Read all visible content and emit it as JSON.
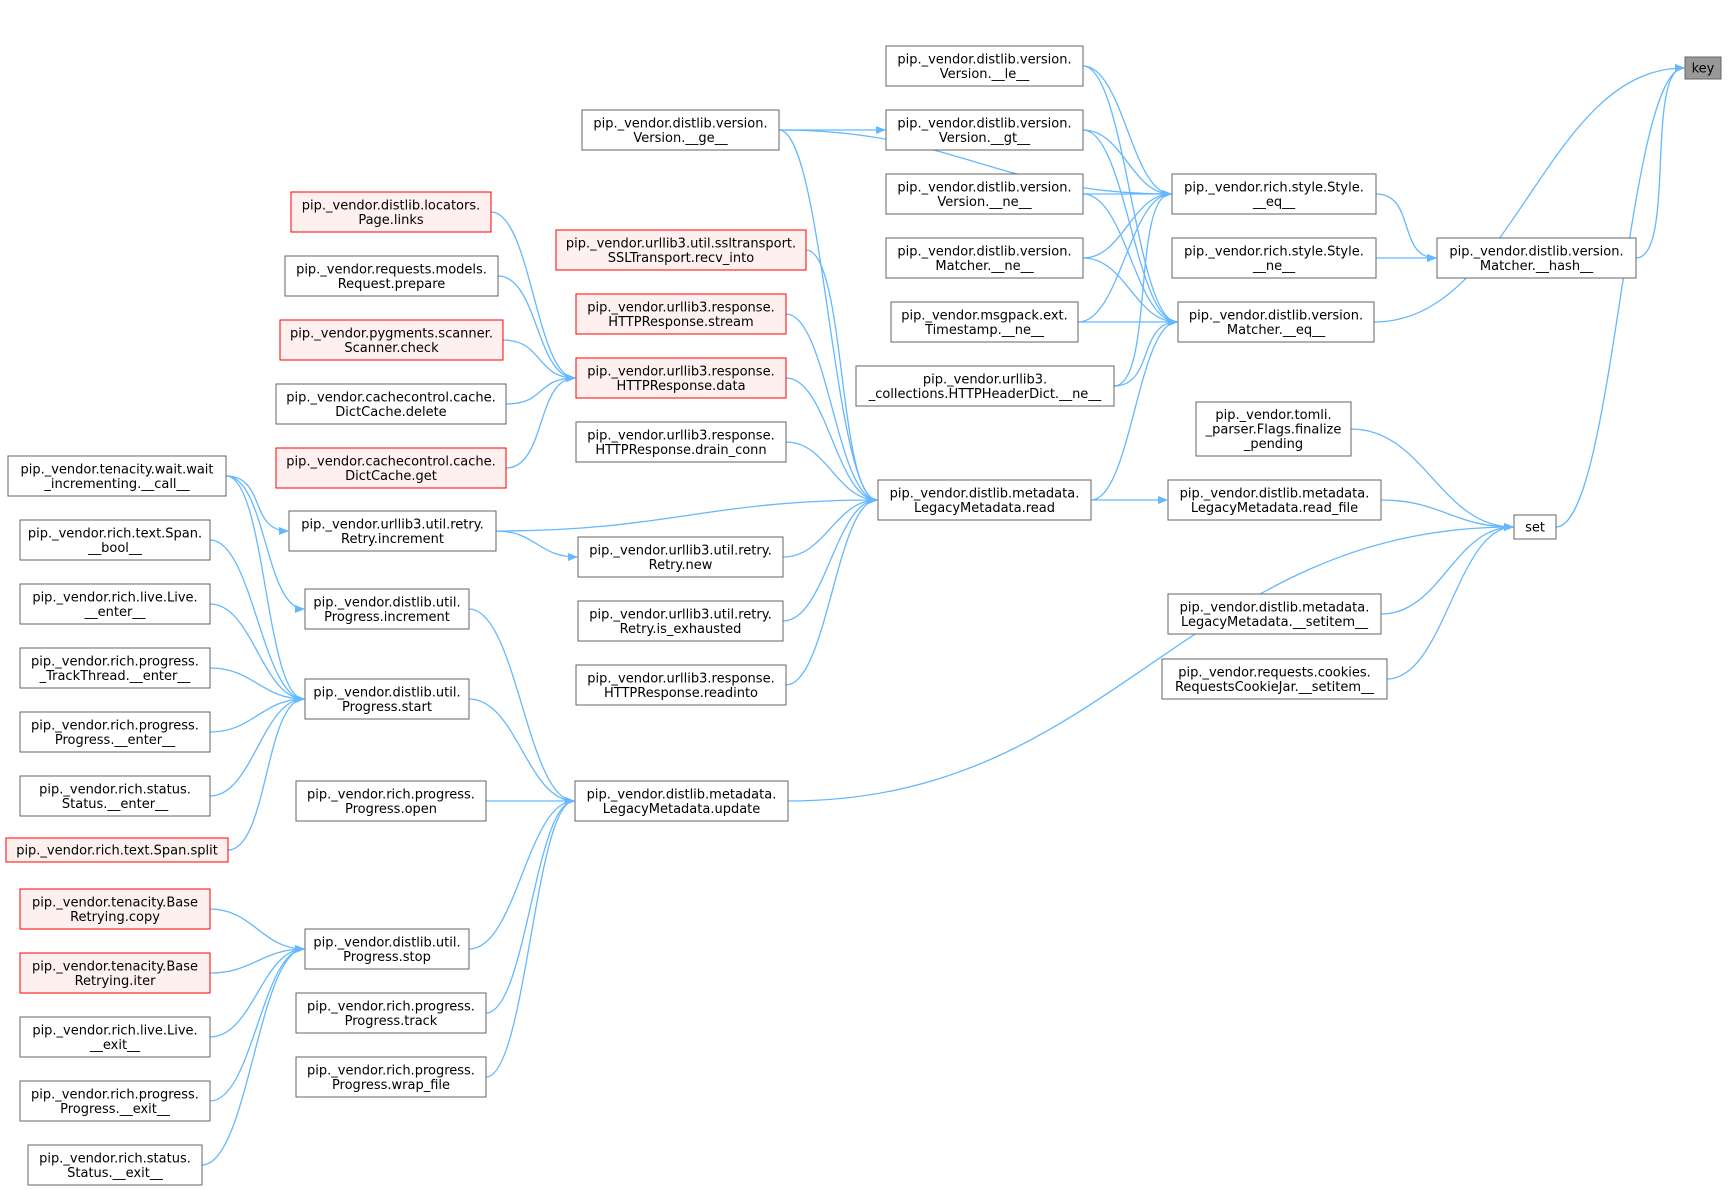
{
  "colors": {
    "edge": "#63b8ff",
    "node_border": "#666666",
    "node_fill": "#ffffff",
    "truncated_border": "#ff0000",
    "truncated_fill": "#fff0f0",
    "focus_fill": "#999999"
  },
  "nodes": {
    "key": {
      "lines": [
        "key"
      ],
      "style": "focus"
    },
    "set": {
      "lines": [
        "set"
      ],
      "style": "normal"
    },
    "matcher_hash": {
      "lines": [
        "pip._vendor.distlib.version.",
        "Matcher.__hash__"
      ],
      "style": "normal"
    },
    "matcher_eq": {
      "lines": [
        "pip._vendor.distlib.version.",
        "Matcher.__eq__"
      ],
      "style": "normal"
    },
    "style_eq": {
      "lines": [
        "pip._vendor.rich.style.Style.",
        "__eq__"
      ],
      "style": "normal"
    },
    "style_ne": {
      "lines": [
        "pip._vendor.rich.style.Style.",
        "__ne__"
      ],
      "style": "normal"
    },
    "version_le": {
      "lines": [
        "pip._vendor.distlib.version.",
        "Version.__le__"
      ],
      "style": "normal"
    },
    "version_gt": {
      "lines": [
        "pip._vendor.distlib.version.",
        "Version.__gt__"
      ],
      "style": "normal"
    },
    "version_ne": {
      "lines": [
        "pip._vendor.distlib.version.",
        "Version.__ne__"
      ],
      "style": "normal"
    },
    "matcher_ne": {
      "lines": [
        "pip._vendor.distlib.version.",
        "Matcher.__ne__"
      ],
      "style": "normal"
    },
    "timestamp_ne": {
      "lines": [
        "pip._vendor.msgpack.ext.",
        "Timestamp.__ne__"
      ],
      "style": "normal"
    },
    "headerdict_ne": {
      "lines": [
        "pip._vendor.urllib3.",
        "_collections.HTTPHeaderDict.__ne__"
      ],
      "style": "normal"
    },
    "version_ge": {
      "lines": [
        "pip._vendor.distlib.version.",
        "Version.__ge__"
      ],
      "style": "normal"
    },
    "flags_finalize": {
      "lines": [
        "pip._vendor.tomli.",
        "_parser.Flags.finalize",
        "_pending"
      ],
      "style": "normal"
    },
    "read_file": {
      "lines": [
        "pip._vendor.distlib.metadata.",
        "LegacyMetadata.read_file"
      ],
      "style": "normal"
    },
    "lm_setitem": {
      "lines": [
        "pip._vendor.distlib.metadata.",
        "LegacyMetadata.__setitem__"
      ],
      "style": "normal"
    },
    "cookiejar_setitem": {
      "lines": [
        "pip._vendor.requests.cookies.",
        "RequestsCookieJar.__setitem__"
      ],
      "style": "normal"
    },
    "lm_read": {
      "lines": [
        "pip._vendor.distlib.metadata.",
        "LegacyMetadata.read"
      ],
      "style": "normal"
    },
    "lm_update": {
      "lines": [
        "pip._vendor.distlib.metadata.",
        "LegacyMetadata.update"
      ],
      "style": "normal"
    },
    "recv_into": {
      "lines": [
        "pip._vendor.urllib3.util.ssltransport.",
        "SSLTransport.recv_into"
      ],
      "style": "truncated"
    },
    "resp_stream": {
      "lines": [
        "pip._vendor.urllib3.response.",
        "HTTPResponse.stream"
      ],
      "style": "truncated"
    },
    "resp_data": {
      "lines": [
        "pip._vendor.urllib3.response.",
        "HTTPResponse.data"
      ],
      "style": "truncated"
    },
    "drain_conn": {
      "lines": [
        "pip._vendor.urllib3.response.",
        "HTTPResponse.drain_conn"
      ],
      "style": "normal"
    },
    "retry_increment": {
      "lines": [
        "pip._vendor.urllib3.util.retry.",
        "Retry.increment"
      ],
      "style": "normal"
    },
    "retry_new": {
      "lines": [
        "pip._vendor.urllib3.util.retry.",
        "Retry.new"
      ],
      "style": "normal"
    },
    "retry_exhausted": {
      "lines": [
        "pip._vendor.urllib3.util.retry.",
        "Retry.is_exhausted"
      ],
      "style": "normal"
    },
    "readinto": {
      "lines": [
        "pip._vendor.urllib3.response.",
        "HTTPResponse.readinto"
      ],
      "style": "normal"
    },
    "page_links": {
      "lines": [
        "pip._vendor.distlib.locators.",
        "Page.links"
      ],
      "style": "truncated"
    },
    "request_prepare": {
      "lines": [
        "pip._vendor.requests.models.",
        "Request.prepare"
      ],
      "style": "normal"
    },
    "scanner_check": {
      "lines": [
        "pip._vendor.pygments.scanner.",
        "Scanner.check"
      ],
      "style": "truncated"
    },
    "dictcache_delete": {
      "lines": [
        "pip._vendor.cachecontrol.cache.",
        "DictCache.delete"
      ],
      "style": "normal"
    },
    "dictcache_get": {
      "lines": [
        "pip._vendor.cachecontrol.cache.",
        "DictCache.get"
      ],
      "style": "truncated"
    },
    "progress_increment": {
      "lines": [
        "pip._vendor.distlib.util.",
        "Progress.increment"
      ],
      "style": "normal"
    },
    "progress_start": {
      "lines": [
        "pip._vendor.distlib.util.",
        "Progress.start"
      ],
      "style": "normal"
    },
    "progress_stop": {
      "lines": [
        "pip._vendor.distlib.util.",
        "Progress.stop"
      ],
      "style": "normal"
    },
    "rp_open": {
      "lines": [
        "pip._vendor.rich.progress.",
        "Progress.open"
      ],
      "style": "normal"
    },
    "rp_track": {
      "lines": [
        "pip._vendor.rich.progress.",
        "Progress.track"
      ],
      "style": "normal"
    },
    "rp_wrap_file": {
      "lines": [
        "pip._vendor.rich.progress.",
        "Progress.wrap_file"
      ],
      "style": "normal"
    },
    "wait_incrementing": {
      "lines": [
        "pip._vendor.tenacity.wait.wait",
        "_incrementing.__call__"
      ],
      "style": "normal"
    },
    "span_bool": {
      "lines": [
        "pip._vendor.rich.text.Span.",
        "__bool__"
      ],
      "style": "normal"
    },
    "live_enter": {
      "lines": [
        "pip._vendor.rich.live.Live.",
        "__enter__"
      ],
      "style": "normal"
    },
    "trackthread_enter": {
      "lines": [
        "pip._vendor.rich.progress.",
        "_TrackThread.__enter__"
      ],
      "style": "normal"
    },
    "progress_enter": {
      "lines": [
        "pip._vendor.rich.progress.",
        "Progress.__enter__"
      ],
      "style": "normal"
    },
    "status_enter": {
      "lines": [
        "pip._vendor.rich.status.",
        "Status.__enter__"
      ],
      "style": "normal"
    },
    "span_split": {
      "lines": [
        "pip._vendor.rich.text.Span.split"
      ],
      "style": "truncated"
    },
    "base_copy": {
      "lines": [
        "pip._vendor.tenacity.Base",
        "Retrying.copy"
      ],
      "style": "truncated"
    },
    "base_iter": {
      "lines": [
        "pip._vendor.tenacity.Base",
        "Retrying.iter"
      ],
      "style": "truncated"
    },
    "live_exit": {
      "lines": [
        "pip._vendor.rich.live.Live.",
        "__exit__"
      ],
      "style": "normal"
    },
    "progress_exit": {
      "lines": [
        "pip._vendor.rich.progress.",
        "Progress.__exit__"
      ],
      "style": "normal"
    },
    "status_exit": {
      "lines": [
        "pip._vendor.rich.status.",
        "Status.__exit__"
      ],
      "style": "normal"
    }
  },
  "edges": [
    [
      "matcher_hash",
      "key"
    ],
    [
      "matcher_eq",
      "key"
    ],
    [
      "set",
      "key"
    ],
    [
      "style_eq",
      "matcher_hash"
    ],
    [
      "style_ne",
      "matcher_hash"
    ],
    [
      "version_le",
      "style_eq"
    ],
    [
      "version_gt",
      "style_eq"
    ],
    [
      "version_ne",
      "style_eq"
    ],
    [
      "matcher_ne",
      "style_eq"
    ],
    [
      "timestamp_ne",
      "style_eq"
    ],
    [
      "headerdict_ne",
      "style_eq"
    ],
    [
      "version_ge",
      "style_eq"
    ],
    [
      "version_le",
      "matcher_eq"
    ],
    [
      "version_gt",
      "matcher_eq"
    ],
    [
      "version_ne",
      "matcher_eq"
    ],
    [
      "matcher_ne",
      "matcher_eq"
    ],
    [
      "timestamp_ne",
      "matcher_eq"
    ],
    [
      "headerdict_ne",
      "matcher_eq"
    ],
    [
      "lm_read",
      "matcher_eq"
    ],
    [
      "version_ge",
      "version_gt"
    ],
    [
      "flags_finalize",
      "set"
    ],
    [
      "read_file",
      "set"
    ],
    [
      "lm_setitem",
      "set"
    ],
    [
      "cookiejar_setitem",
      "set"
    ],
    [
      "lm_update",
      "set"
    ],
    [
      "lm_read",
      "read_file"
    ],
    [
      "version_ge",
      "lm_read"
    ],
    [
      "recv_into",
      "lm_read"
    ],
    [
      "resp_stream",
      "lm_read"
    ],
    [
      "resp_data",
      "lm_read"
    ],
    [
      "drain_conn",
      "lm_read"
    ],
    [
      "retry_increment",
      "lm_read"
    ],
    [
      "retry_new",
      "lm_read"
    ],
    [
      "retry_exhausted",
      "lm_read"
    ],
    [
      "readinto",
      "lm_read"
    ],
    [
      "page_links",
      "resp_data"
    ],
    [
      "request_prepare",
      "resp_data"
    ],
    [
      "scanner_check",
      "resp_data"
    ],
    [
      "dictcache_delete",
      "resp_data"
    ],
    [
      "dictcache_get",
      "resp_data"
    ],
    [
      "retry_increment",
      "retry_new"
    ],
    [
      "wait_incrementing",
      "retry_increment"
    ],
    [
      "wait_incrementing",
      "progress_increment"
    ],
    [
      "wait_incrementing",
      "progress_start"
    ],
    [
      "span_bool",
      "progress_start"
    ],
    [
      "live_enter",
      "progress_start"
    ],
    [
      "trackthread_enter",
      "progress_start"
    ],
    [
      "progress_enter",
      "progress_start"
    ],
    [
      "status_enter",
      "progress_start"
    ],
    [
      "span_split",
      "progress_start"
    ],
    [
      "progress_increment",
      "lm_update"
    ],
    [
      "progress_start",
      "lm_update"
    ],
    [
      "rp_open",
      "lm_update"
    ],
    [
      "progress_stop",
      "lm_update"
    ],
    [
      "rp_track",
      "lm_update"
    ],
    [
      "rp_wrap_file",
      "lm_update"
    ],
    [
      "base_copy",
      "progress_stop"
    ],
    [
      "base_iter",
      "progress_stop"
    ],
    [
      "live_exit",
      "progress_stop"
    ],
    [
      "progress_exit",
      "progress_stop"
    ],
    [
      "status_exit",
      "progress_stop"
    ]
  ]
}
